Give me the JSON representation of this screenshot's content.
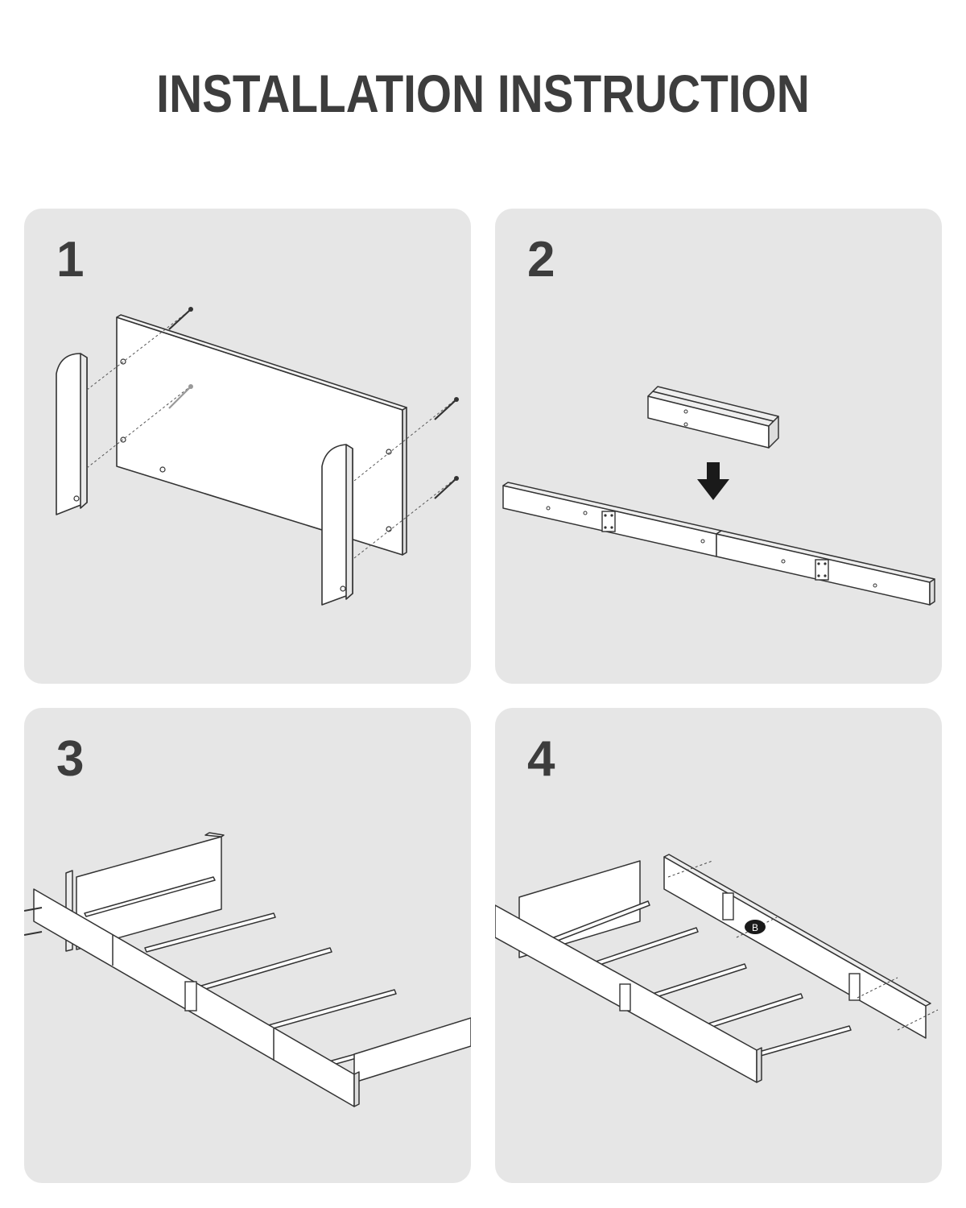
{
  "title": "INSTALLATION INSTRUCTION",
  "steps": [
    {
      "number": "1"
    },
    {
      "number": "2"
    },
    {
      "number": "3"
    },
    {
      "number": "4",
      "part_label": "B"
    }
  ]
}
